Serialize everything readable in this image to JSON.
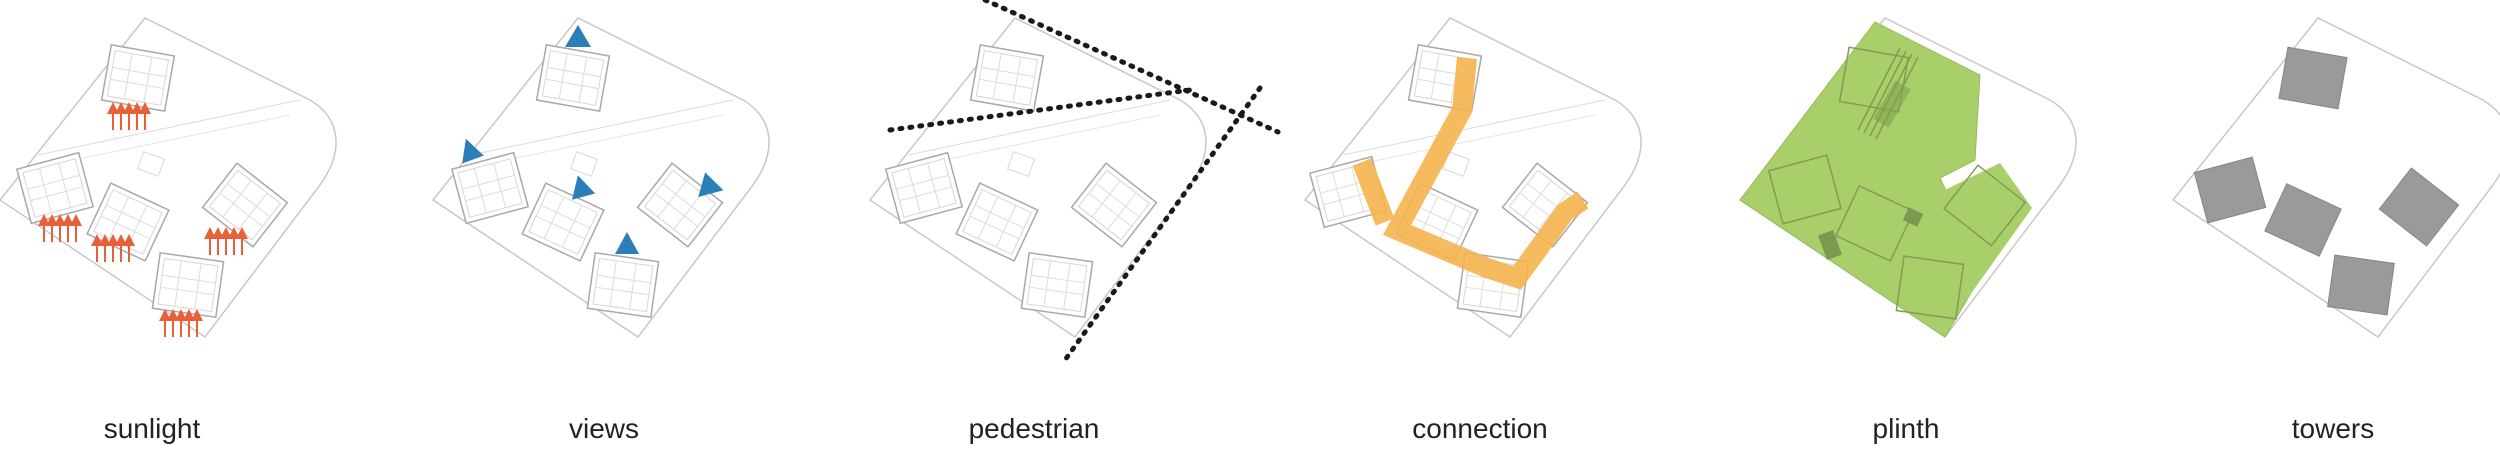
{
  "panels": [
    {
      "label": "sunlight"
    },
    {
      "label": "views"
    },
    {
      "label": "pedestrian"
    },
    {
      "label": "connection"
    },
    {
      "label": "plinth"
    },
    {
      "label": "towers"
    }
  ],
  "colors": {
    "site_outline": "#c8c8c8",
    "building_outline": "#a8a8a8",
    "sun_arrow": "#e8603a",
    "view_marker": "#2a7fb8",
    "pedestrian_line": "#1a1a1a",
    "connection": "#f5b24e",
    "plinth": "#a8cf6a",
    "tower": "#9a9a9a"
  }
}
